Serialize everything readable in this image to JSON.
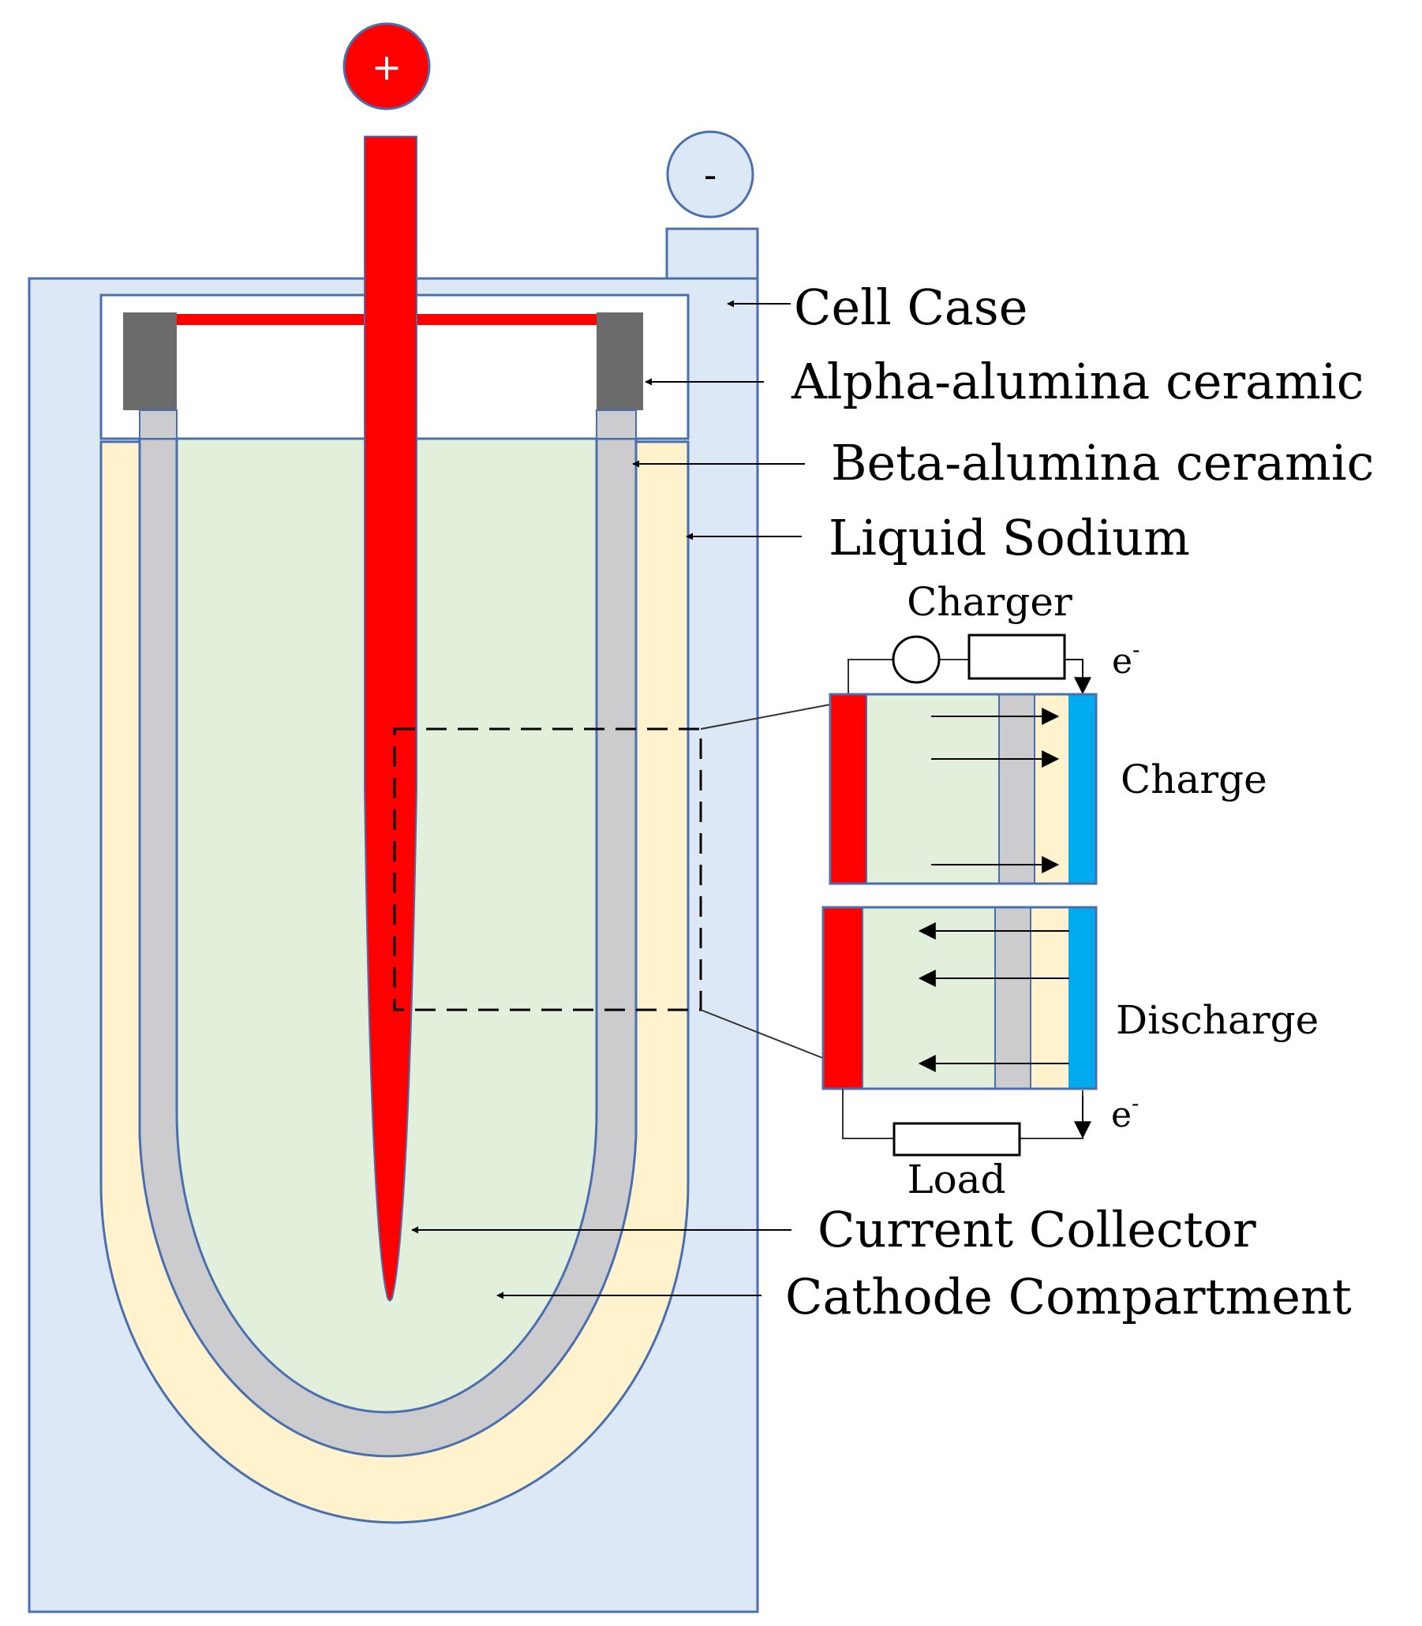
{
  "terminals": {
    "positive": "+",
    "negative": "-"
  },
  "labels": {
    "cell_case": "Cell Case",
    "alpha_alumina": "Alpha-alumina ceramic",
    "beta_alumina": "Beta-alumina ceramic",
    "liquid_sodium": "Liquid Sodium",
    "current_collector": "Current Collector",
    "cathode_compartment": "Cathode Compartment"
  },
  "inset": {
    "charger": "Charger",
    "charge": "Charge",
    "discharge": "Discharge",
    "load": "Load",
    "electron": "e",
    "electron_sup": "-"
  },
  "colors": {
    "case_fill": "#dce8f5",
    "outline": "#4a6fb0",
    "sodium": "#fff2cc",
    "beta_alumina": "#cccccf",
    "cathode": "#e2efda",
    "collector": "#ff0000",
    "alpha_alumina": "#6b6b6b",
    "anode_contact": "#00aaee"
  }
}
